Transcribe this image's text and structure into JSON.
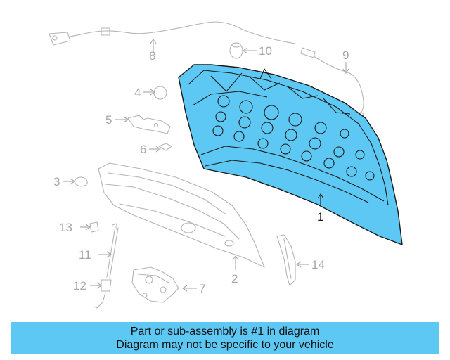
{
  "callouts": {
    "c1": "1",
    "c2": "2",
    "c3": "3",
    "c4": "4",
    "c5": "5",
    "c6": "6",
    "c7": "7",
    "c8": "8",
    "c9": "9",
    "c10": "10",
    "c11": "11",
    "c12": "12",
    "c13": "13",
    "c14": "14"
  },
  "banner": {
    "line1": "Part or sub-assembly is #1 in diagram",
    "line2": "Diagram may not be specific to your vehicle"
  },
  "colors": {
    "highlight": "#5ec8f5",
    "ghost_lines": "#b4b4b4",
    "callout_text": "#a7a7a7"
  }
}
